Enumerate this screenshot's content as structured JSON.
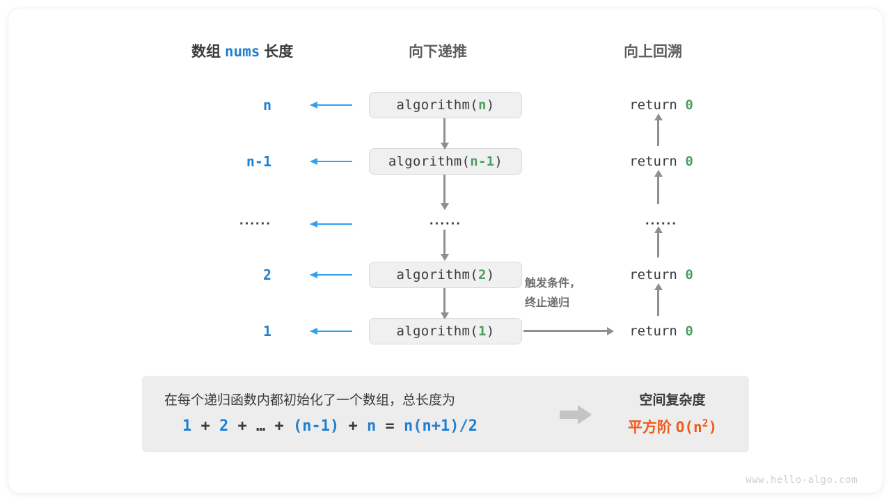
{
  "headers": {
    "left_prefix": "数组",
    "left_mono": "nums",
    "left_suffix": "长度",
    "middle": "向下递推",
    "right": "向上回溯"
  },
  "rows": [
    {
      "length": "n",
      "call_prefix": "algorithm(",
      "call_arg": "n",
      "call_suffix": ")",
      "return_text": "return ",
      "return_value": "0"
    },
    {
      "length": "n-1",
      "call_prefix": "algorithm(",
      "call_arg": "n-1",
      "call_suffix": ")",
      "return_text": "return ",
      "return_value": "0"
    },
    {
      "length": "······",
      "call_prefix": "······",
      "call_arg": "",
      "call_suffix": "",
      "return_text": "······",
      "return_value": ""
    },
    {
      "length": "2",
      "call_prefix": "algorithm(",
      "call_arg": "2",
      "call_suffix": ")",
      "return_text": "return ",
      "return_value": "0"
    },
    {
      "length": "1",
      "call_prefix": "algorithm(",
      "call_arg": "1",
      "call_suffix": ")",
      "return_text": "return ",
      "return_value": "0"
    }
  ],
  "annotation": {
    "line1": "触发条件，",
    "line2": "终止递归"
  },
  "summary": {
    "description": "在每个递归函数内都初始化了一个数组，总长度为",
    "formula_parts": [
      {
        "text": "1",
        "kind": "num"
      },
      {
        "text": "+",
        "kind": "op"
      },
      {
        "text": "2",
        "kind": "num"
      },
      {
        "text": "+",
        "kind": "op"
      },
      {
        "text": "…",
        "kind": "op"
      },
      {
        "text": "+",
        "kind": "op"
      },
      {
        "text": "(n-1)",
        "kind": "num"
      },
      {
        "text": "+",
        "kind": "op"
      },
      {
        "text": "n",
        "kind": "num"
      },
      {
        "text": "=",
        "kind": "op"
      },
      {
        "text": "n(n+1)/2",
        "kind": "num"
      }
    ],
    "result_title": "空间复杂度",
    "result_label": "平方阶",
    "result_notation_prefix": "O(n",
    "result_notation_exp": "2",
    "result_notation_suffix": ")"
  },
  "watermark": "www.hello-algo.com",
  "colors": {
    "blue": "#1f7fd0",
    "arrow_blue": "#33a0ef",
    "green": "#4b9e5f",
    "orange": "#ef5b1e",
    "gray_arrow": "#8f8f8f",
    "panel_bg": "#ededed",
    "box_bg": "#f0f0f0"
  }
}
